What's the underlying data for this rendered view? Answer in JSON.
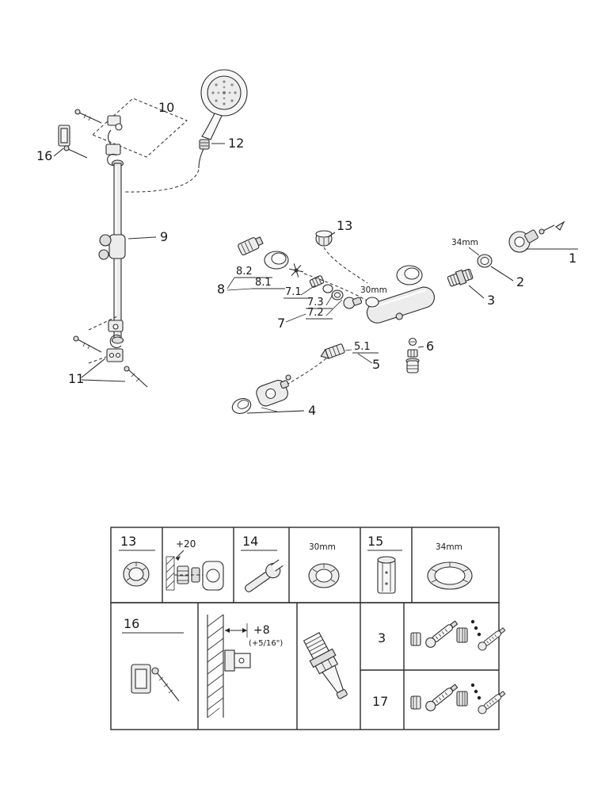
{
  "diagram": {
    "callouts": {
      "n1": "1",
      "n2": "2",
      "n3": "3",
      "n4": "4",
      "n5": "5",
      "n5_1": "5.1",
      "n6": "6",
      "n7": "7",
      "n7_1": "7.1",
      "n7_2": "7.2",
      "n7_3": "7.3",
      "n8": "8",
      "n8_1": "8.1",
      "n8_2": "8.2",
      "n9": "9",
      "n10": "10",
      "n11": "11",
      "n12": "12",
      "n13": "13",
      "n16": "16"
    },
    "annotations": {
      "d34": "34mm",
      "d30": "30mm"
    }
  },
  "table": {
    "r1c1_label": "13",
    "r1c2_dim": "+20",
    "r1c3_label": "14",
    "r1c4_dim": "30mm",
    "r1c5_label": "15",
    "r1c6_dim": "34mm",
    "r2c1_label": "16",
    "r2c2_dim": "+8",
    "r2c2_dim_sub": "(+5/16\")",
    "r2row3_label": "3",
    "r2row17_label": "17"
  }
}
